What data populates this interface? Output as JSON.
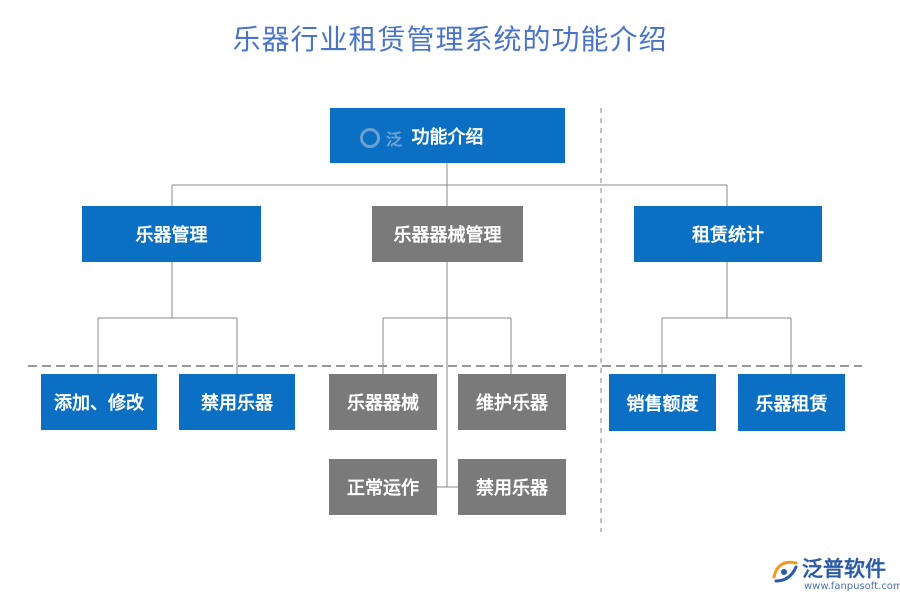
{
  "title": "乐器行业租赁管理系统的功能介绍",
  "root": {
    "label": "功能介绍"
  },
  "branches": [
    {
      "label": "乐器管理",
      "children": [
        "添加、修改",
        "禁用乐器"
      ]
    },
    {
      "label": "乐器器械管理",
      "children": [
        "乐器器械",
        "维护乐器",
        "正常运作",
        "禁用乐器"
      ]
    },
    {
      "label": "租赁统计",
      "children": [
        "销售额度",
        "乐器租赁"
      ]
    }
  ],
  "watermark": "泛",
  "logo": {
    "name": "泛普软件",
    "url": "www.fanpusoft.com"
  },
  "colors": {
    "blue": "#0b6fc4",
    "gray": "#7a7a7a",
    "title": "#4a74c8",
    "line": "#888888",
    "dash": "#999999"
  }
}
